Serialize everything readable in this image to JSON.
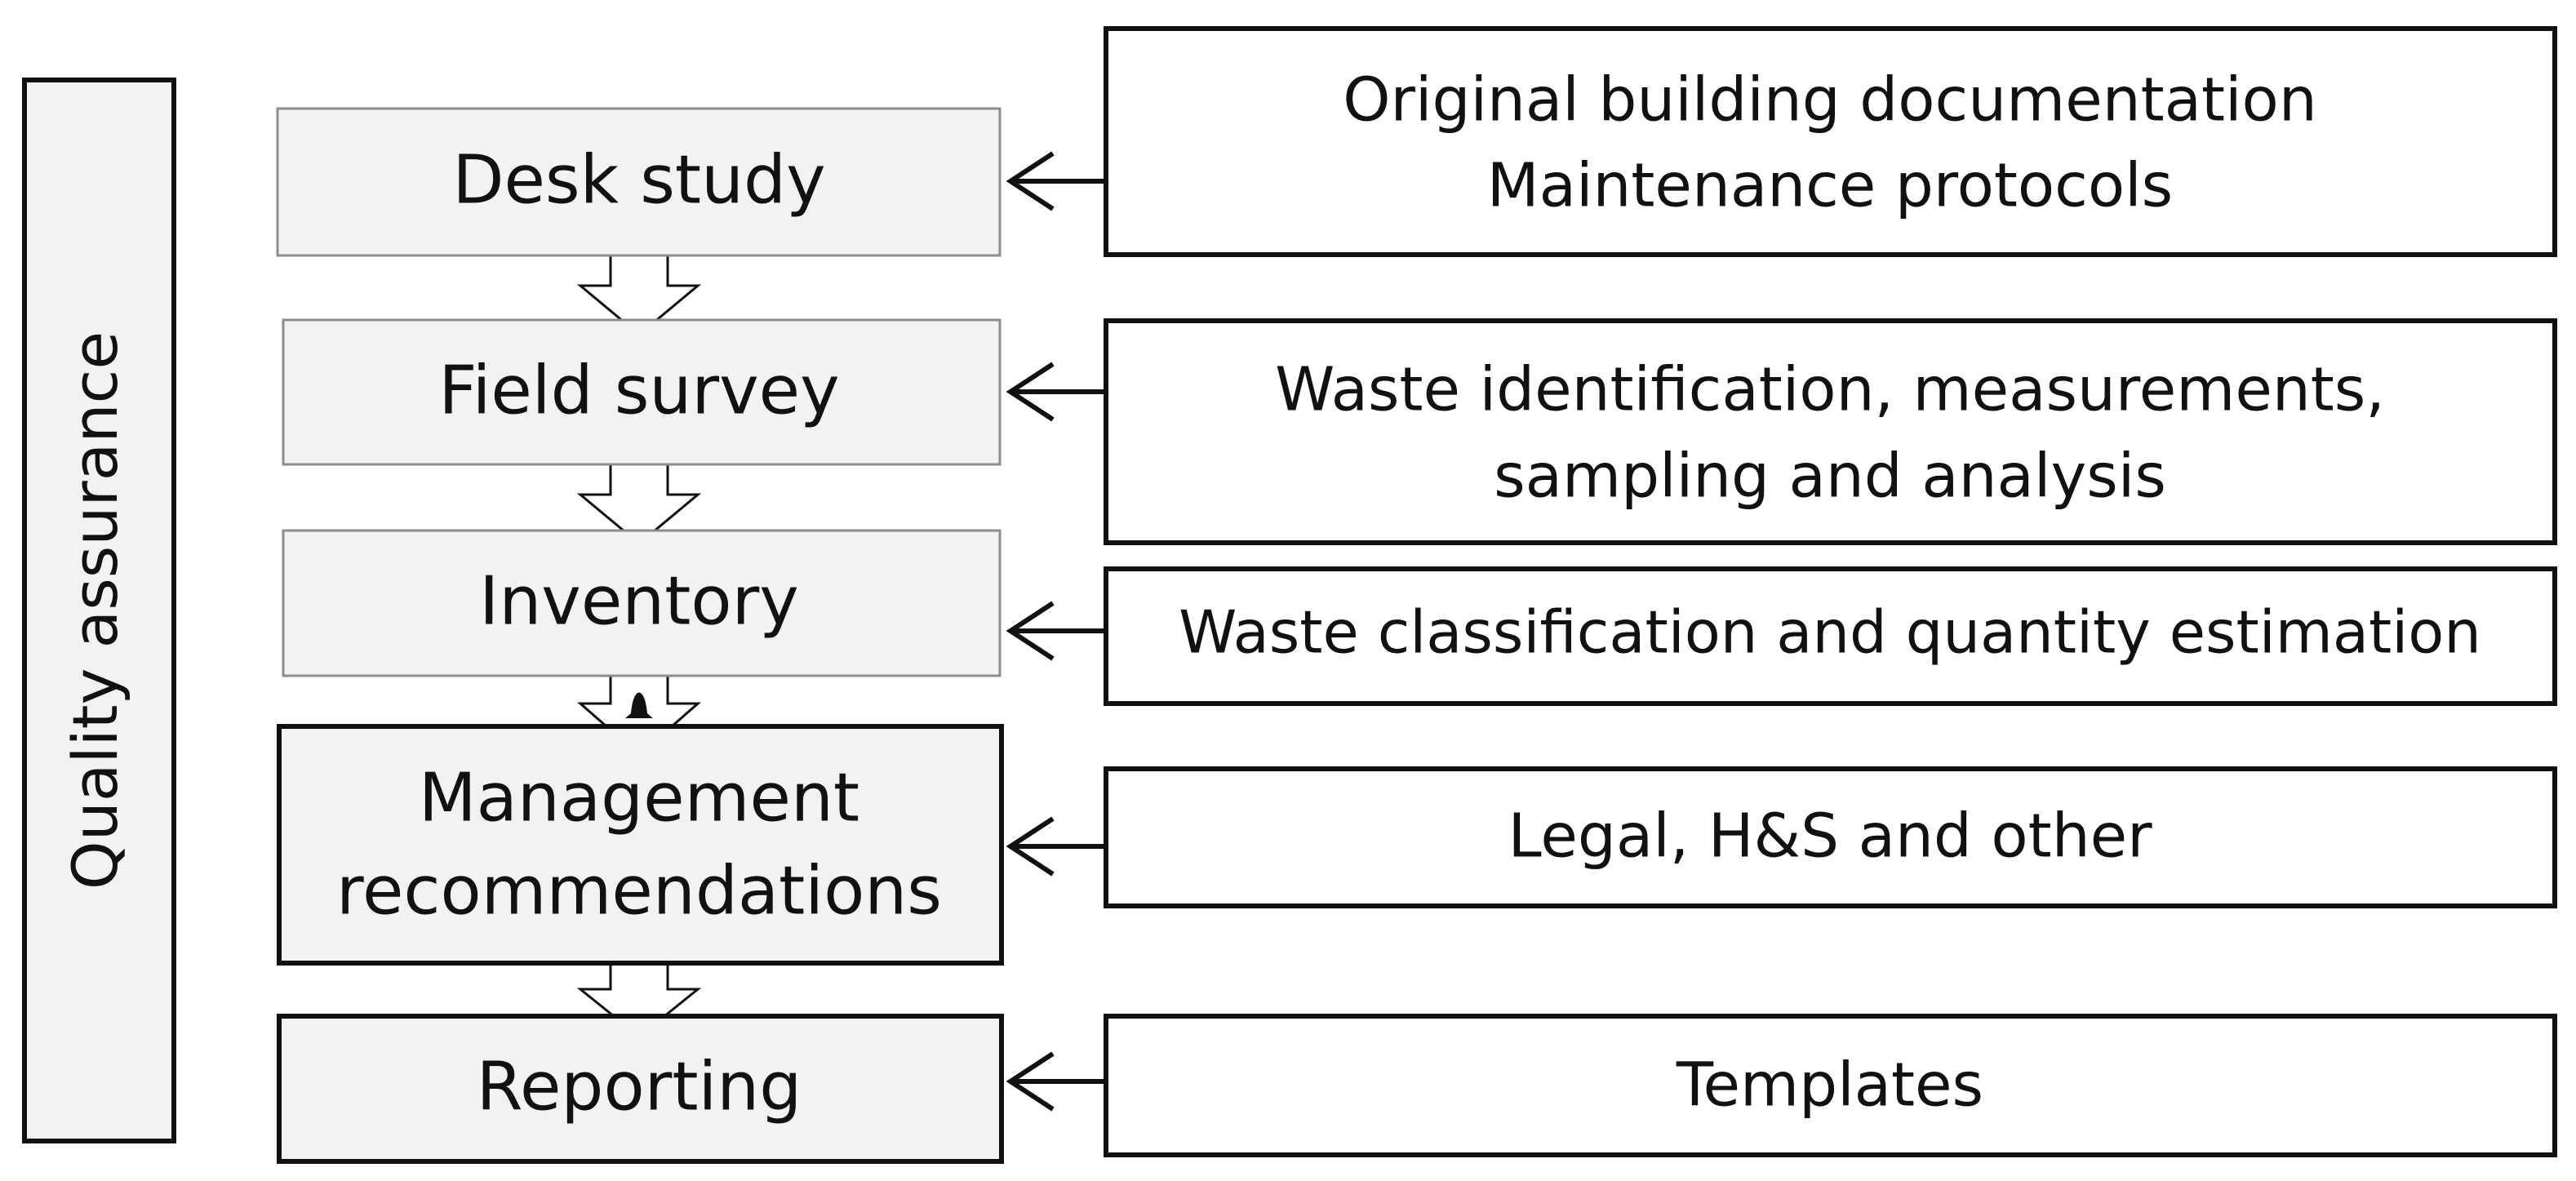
{
  "side_label": "Quality assurance",
  "steps": [
    {
      "label_lines": [
        "Desk study"
      ]
    },
    {
      "label_lines": [
        "Field survey"
      ]
    },
    {
      "label_lines": [
        "Inventory"
      ]
    },
    {
      "label_lines": [
        "Management",
        "recommendations"
      ]
    },
    {
      "label_lines": [
        "Reporting"
      ]
    }
  ],
  "inputs": [
    {
      "label_lines": [
        "Original building documentation",
        "Maintenance protocols"
      ]
    },
    {
      "label_lines": [
        "Waste identification, measurements,",
        "sampling and analysis"
      ]
    },
    {
      "label_lines": [
        "Waste classification and quantity estimation"
      ]
    },
    {
      "label_lines": [
        "Legal, H&S and other"
      ]
    },
    {
      "label_lines": [
        "Templates"
      ]
    }
  ],
  "colors": {
    "step_fill": "#f2f2f2",
    "input_fill": "#ffffff",
    "stroke": "#111111",
    "step_stroke": "#8c8c8c"
  }
}
